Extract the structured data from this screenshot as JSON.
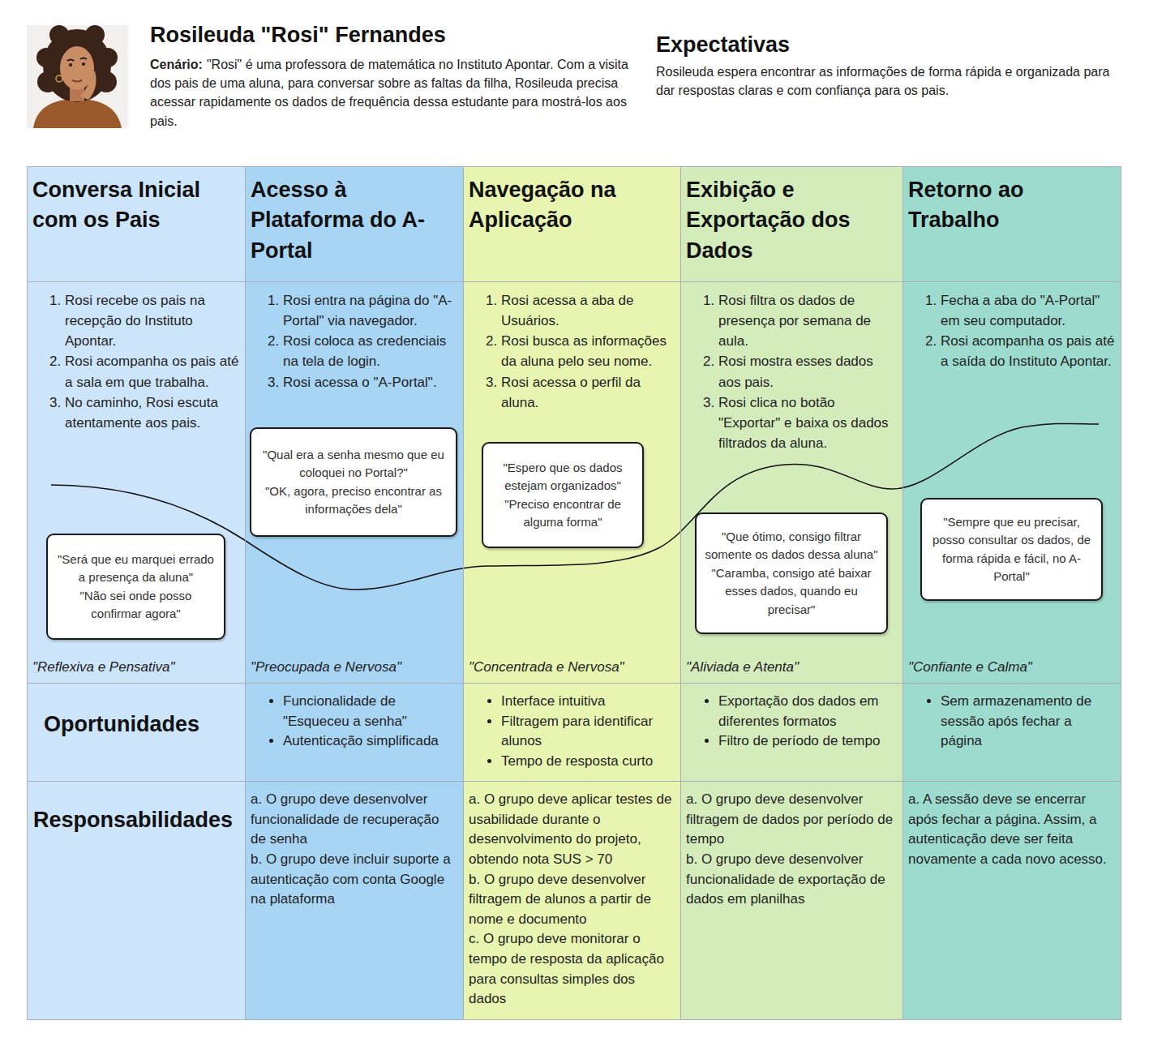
{
  "diagram": {
    "title": "Rosileuda \"Rosi\" Fernandes",
    "nodes": [
      {
        "text": [
          "Conversa Inicial com os Pais"
        ]
      },
      {
        "text": [
          "Acesso à Plataforma do A-Portal"
        ]
      },
      {
        "text": [
          "Navegação na Aplicação"
        ]
      },
      {
        "text": [
          "Exibição e Exportação dos Dados"
        ]
      },
      {
        "text": [
          "Retorno ao Trabalho"
        ]
      },
      {
        "text": [
          "1. Rosi recebe os pais na recepção do Instituto Apontar.",
          "2. Rosi acompanha os pais até a sala em que trabalha.",
          "3. No caminho, Rosi escuta atentamente aos pais.",
          "\"Reflexiva e Pensativa\""
        ]
      },
      {
        "text": [
          "\"Será que eu marquei errado a presença da aluna\"",
          "\"Não sei onde posso confirmar agora\""
        ],
        "in": 5
      },
      {
        "text": [
          "1. Rosi entra na página do \"A-Portal\" via navegador.",
          "2. Rosi coloca as credenciais na tela de login.",
          "3. Rosi acessa o \"A-Portal\".",
          "\"Preocupada e Nervosa\""
        ]
      },
      {
        "text": [
          "\"Qual era a senha mesmo que eu coloquei no Portal?\"",
          "\"OK, agora, preciso encontrar as informações dela\""
        ],
        "in": 7
      },
      {
        "text": [
          "1. Rosi acessa a aba de Usuários.",
          "2. Rosi busca as informações da aluna pelo seu nome.",
          "3. Rosi acessa o perfil da aluna.",
          "\"Concentrada e Nervosa\""
        ]
      },
      {
        "text": [
          "\"Espero que os dados estejam organizados\"",
          "\"Preciso encontrar de alguma forma\""
        ],
        "in": 9
      },
      {
        "text": [
          "1. Rosi filtra os dados de presença por semana de aula.",
          "2. Rosi mostra esses dados aos pais.",
          "3. Rosi clica no botão \"Exportar\" e baixa os dados filtrados da aluna.",
          "\"Aliviada e Atenta\""
        ]
      },
      {
        "text": [
          "\"Que ótimo, consigo filtrar somente os dados dessa aluna\"",
          "\"Caramba, consigo até baixar esses dados, quando eu precisar\""
        ],
        "in": 11
      },
      {
        "text": [
          "1. Fecha a aba do \"A-Portal\" em seu computador.",
          "2. Rosi acompanha os pais até a saída do Instituto Apontar.",
          "\"Confiante e Calma\""
        ]
      },
      {
        "text": [
          "\"Sempre que eu precisar, posso consultar os dados, de forma rápida e fácil, no A-Portal\""
        ],
        "in": 13
      },
      {
        "text": [
          "Oportunidades"
        ]
      },
      {
        "text": [
          "Funcionalidade de \"Esqueceu a senha\"",
          "Autenticação simplificada"
        ]
      },
      {
        "text": [
          "Interface intuitiva",
          "Filtragem para identificar alunos",
          "Tempo de resposta curto"
        ]
      },
      {
        "text": [
          "Exportação dos dados em diferentes formatos",
          "Filtro de período de tempo"
        ]
      },
      {
        "text": [
          "Sem armazenamento de sessão após fechar a página"
        ]
      },
      {
        "text": [
          "Responsabilidades"
        ]
      },
      {
        "text": [
          "a. O grupo deve desenvolver funcionalidade de recuperação de senha",
          "b. O grupo deve incluir suporte a autenticação com conta Google na plataforma"
        ]
      },
      {
        "text": [
          "a. O grupo deve aplicar testes de usabilidade durante o desenvolvimento do projeto, obtendo nota SUS > 70",
          "b. O grupo deve desenvolver filtragem de alunos a partir de nome e documento",
          "c. O grupo deve monitorar o tempo de resposta da aplicação para consultas simples dos dados"
        ]
      },
      {
        "text": [
          "a. O grupo deve desenvolver filtragem de dados por período de tempo",
          "b. O grupo deve desenvolver funcionalidade de exportação de dados em planilhas"
        ]
      },
      {
        "text": [
          "a. A sessão deve se encerrar após fechar a página. Assim, a autenticação deve ser feita novamente a cada novo acesso."
        ]
      }
    ],
    "labels": [
      "Cenário:",
      "\"Rosi\" é uma professora de matemática no Instituto Apontar. Com a visita dos pais de uma aluna, para conversar sobre as faltas da filha, Rosileuda precisa acessar rapidamente os dados de frequência dessa estudante para mostrá-los aos pais.",
      "Expectativas",
      "Rosileuda espera encontrar as informações de forma rápida e organizada para dar respostas claras e com confiança para os pais."
    ]
  }
}
